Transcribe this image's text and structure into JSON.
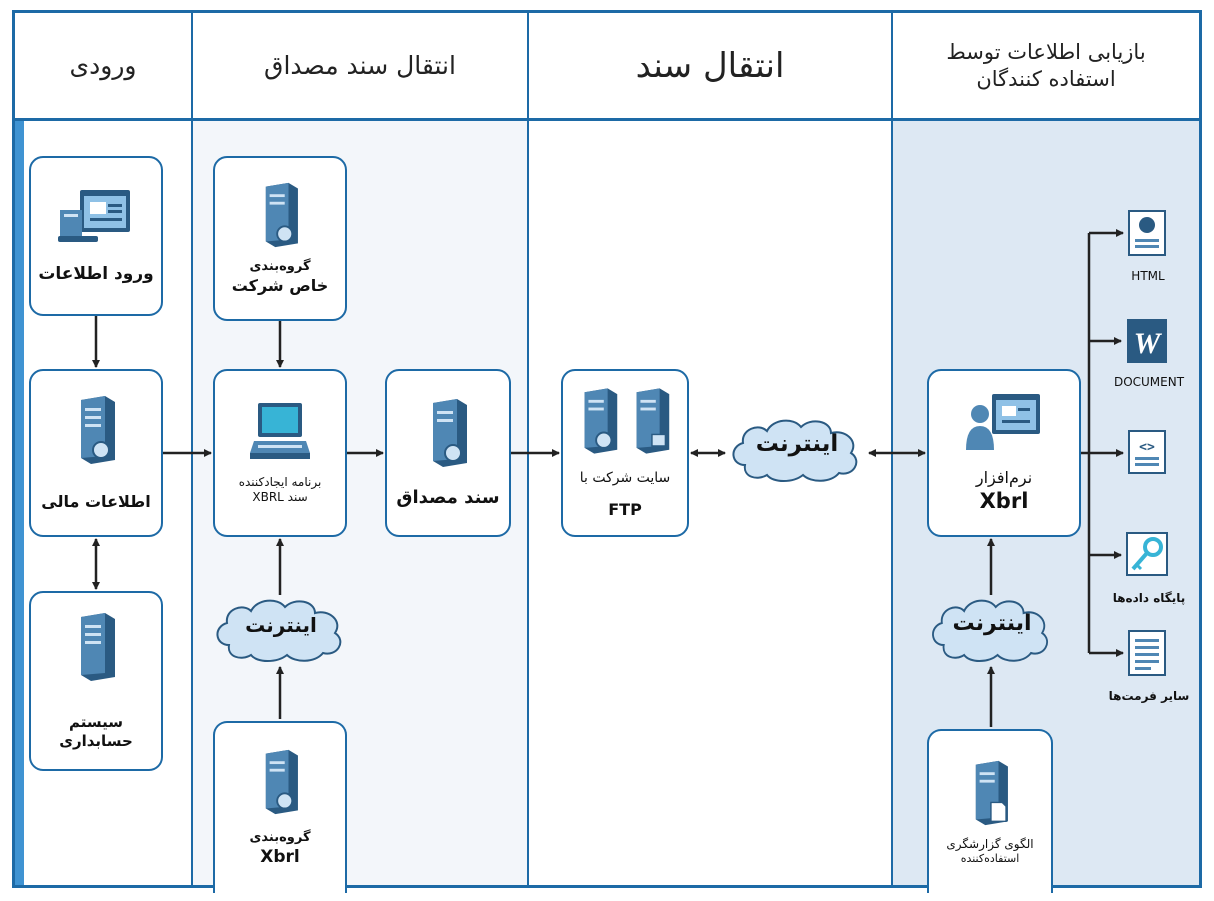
{
  "lanes": {
    "input": "ورودی",
    "verified": "انتقال سند مصداق",
    "transfer": "انتقال سند",
    "retrieval_line1": "بازیابی اطلاعات توسط",
    "retrieval_line2": "استفاده کنندگان"
  },
  "nodes": {
    "data_entry": "ورود اطلاعات",
    "financial_info": "اطلاعات مالی",
    "accounting_system": "سیستم حسابداری",
    "company_grouping_1": "گروه‌بندی",
    "company_grouping_2": "خاص شرکت",
    "xbrl_creator_1": "برنامه ایجادکننده",
    "xbrl_creator_2": "سند XBRL",
    "internet": "اینترنت",
    "xbrl_grouping_1": "گروه‌بندی",
    "xbrl_grouping_2": "Xbrl",
    "verified_doc": "سند مصداق",
    "company_site": "سایت شرکت با",
    "ftp": "FTP",
    "xbrl_software_1": "نرم‌افزار",
    "xbrl_software_2": "Xbrl",
    "user_template_1": "الگوی گزارشگری",
    "user_template_2": "استفاده‌کننده"
  },
  "outputs": {
    "html": "HTML",
    "document": "DOCUMENT",
    "database": "پایگاه داده‌ها",
    "other_formats": "سایر فرمت‌ها"
  },
  "colors": {
    "border": "#1d6aa6",
    "arrow": "#222222",
    "cloud_fill": "#cfe3f4",
    "server_face": "#4f87b4",
    "server_side": "#2a5a82",
    "left_bar": "#3f93d2"
  }
}
